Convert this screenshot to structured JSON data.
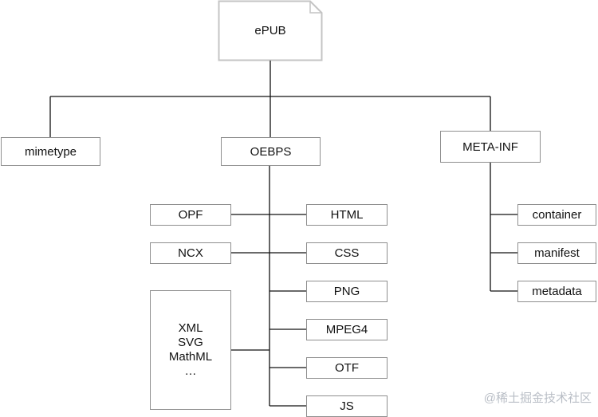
{
  "root": {
    "label": "ePUB"
  },
  "level1": {
    "mimetype": "mimetype",
    "oebps": "OEBPS",
    "meta_inf": "META-INF"
  },
  "oebps_children": {
    "opf": "OPF",
    "ncx": "NCX",
    "html": "HTML",
    "css": "CSS",
    "png": "PNG",
    "mpeg4": "MPEG4",
    "otf": "OTF",
    "js": "JS",
    "other_formats": [
      "XML",
      "SVG",
      "MathML",
      "…"
    ]
  },
  "meta_inf_children": {
    "container": "container",
    "manifest": "manifest",
    "metadata": "metadata"
  },
  "watermark": "@稀土掘金技术社区",
  "colors": {
    "line": "#111111",
    "box_border": "#8f8f8f",
    "root_border": "#c4c4c4",
    "watermark": "#b9bec6"
  }
}
